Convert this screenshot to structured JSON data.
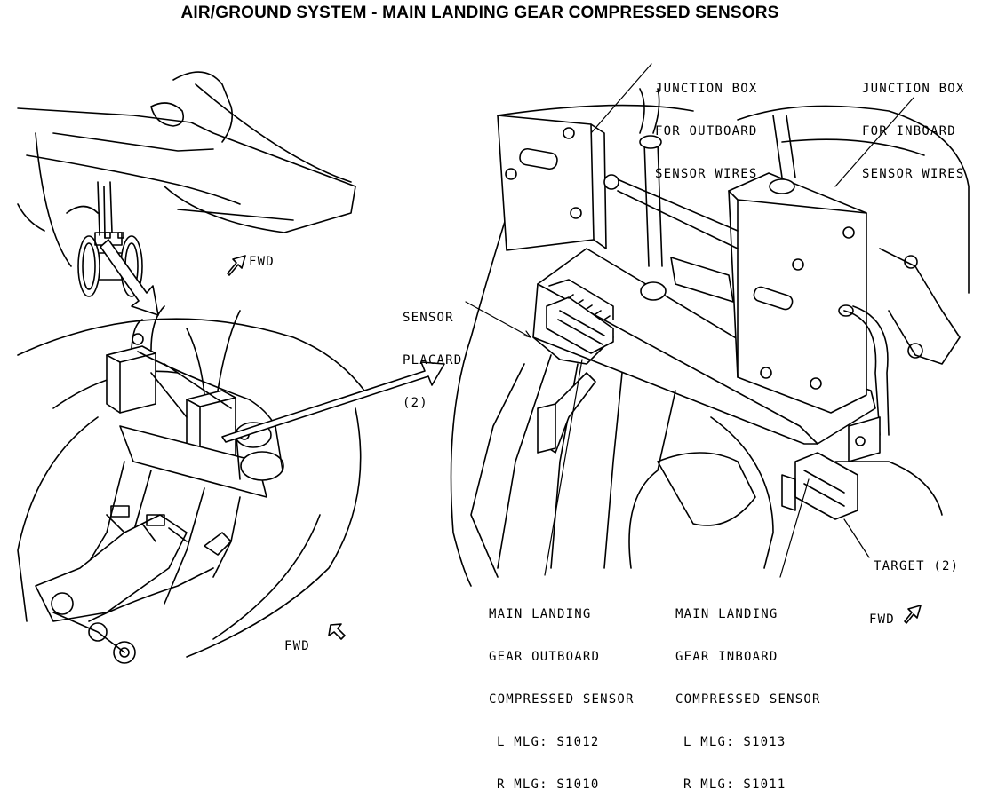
{
  "title": "AIR/GROUND SYSTEM - MAIN LANDING GEAR COMPRESSED SENSORS",
  "callouts": {
    "jb_outboard": [
      "JUNCTION BOX",
      "FOR OUTBOARD",
      "SENSOR WIRES"
    ],
    "jb_inboard": [
      "JUNCTION BOX",
      "FOR INBOARD",
      "SENSOR WIRES"
    ],
    "sensor_placard": [
      "SENSOR",
      "PLACARD",
      "(2)"
    ],
    "target": "TARGET (2)",
    "outboard_sensor": [
      "MAIN LANDING",
      "GEAR OUTBOARD",
      "COMPRESSED SENSOR",
      "L MLG: S1012",
      "R MLG: S1010"
    ],
    "inboard_sensor": [
      "MAIN LANDING",
      "GEAR INBOARD",
      "COMPRESSED SENSOR",
      "L MLG: S1013",
      "R MLG: S1011"
    ]
  },
  "fwd": {
    "top_left": "FWD",
    "bottom_left": "FWD",
    "right": "FWD"
  }
}
